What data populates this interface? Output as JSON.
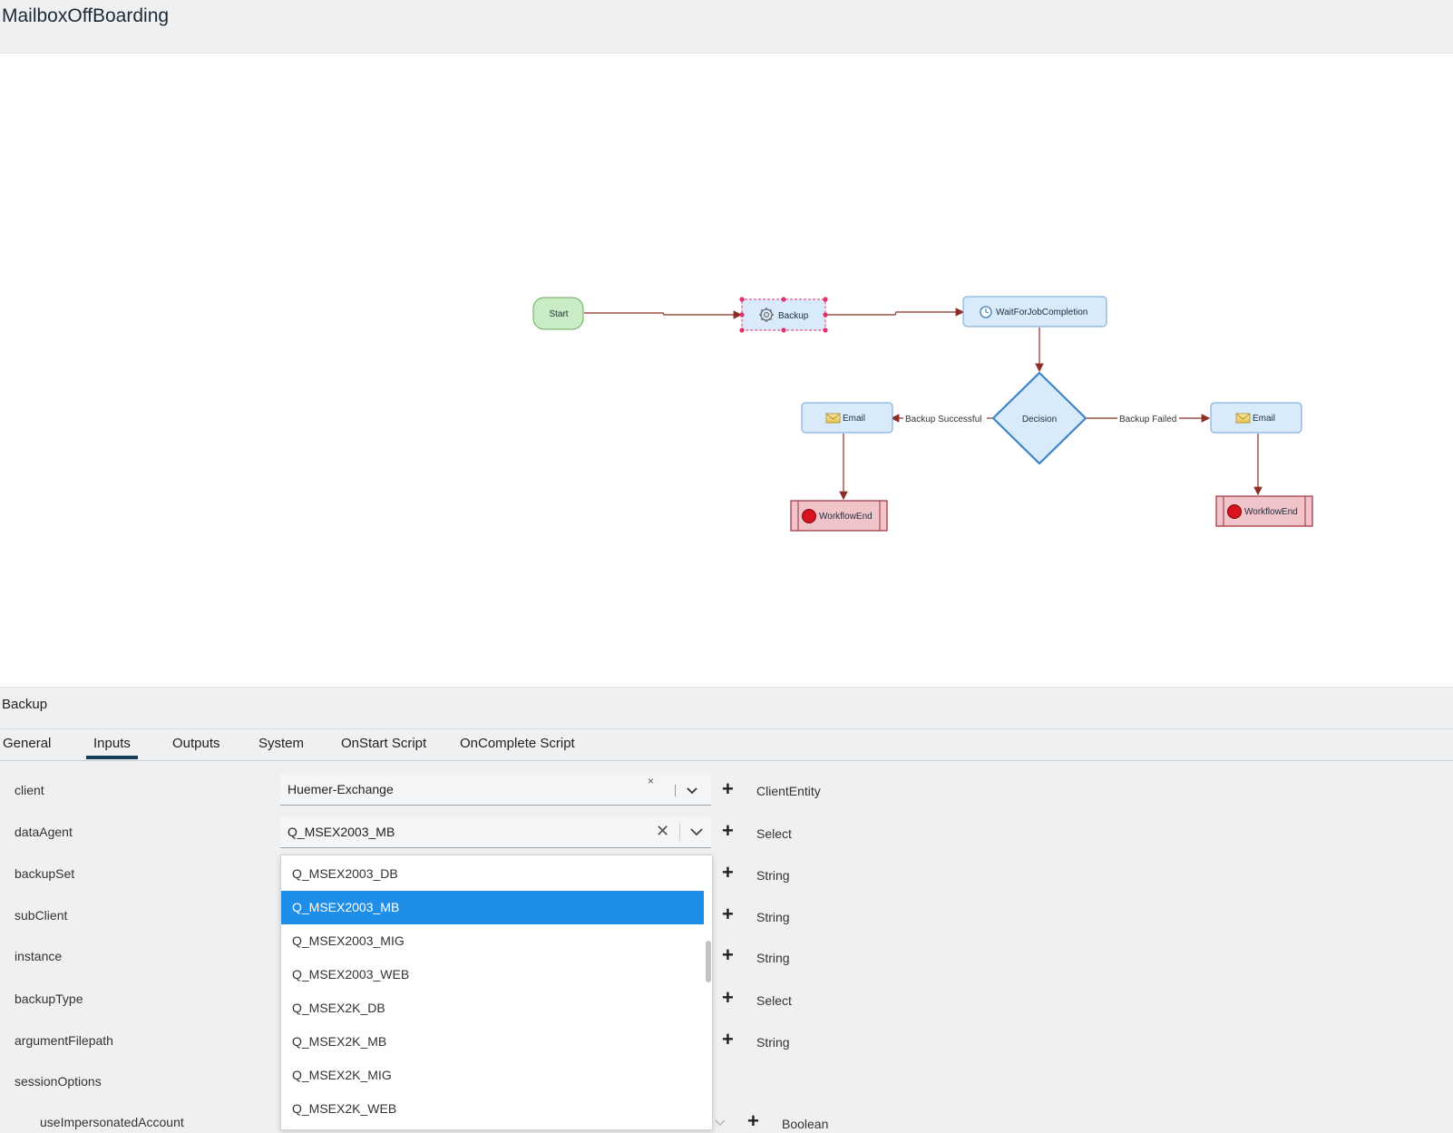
{
  "window": {
    "title": "MailboxOffBoarding"
  },
  "workflow": {
    "nodes": {
      "start": "Start",
      "backup": "Backup",
      "wait": "WaitForJobCompletion",
      "decision": "Decision",
      "email_left": "Email",
      "email_right": "Email",
      "end_left": "WorkflowEnd",
      "end_right": "WorkflowEnd"
    },
    "edges": {
      "success": "Backup Successful",
      "failed": "Backup Failed"
    },
    "colors": {
      "edge": "#8b2e24",
      "start_fill": "#c9ebc5",
      "activity_fill": "#d9ebfb",
      "end_fill": "#f0c4c9",
      "selection": "#e0306e"
    }
  },
  "panel": {
    "title": "Backup",
    "tabs": [
      "General",
      "Inputs",
      "Outputs",
      "System",
      "OnStart Script",
      "OnComplete Script"
    ],
    "active_tab": "Inputs"
  },
  "inputs": [
    {
      "label": "client",
      "value": "Huemer-Exchange",
      "type": "ClientEntity"
    },
    {
      "label": "dataAgent",
      "value": "Q_MSEX2003_MB",
      "type": "Select"
    },
    {
      "label": "backupSet",
      "type": "String"
    },
    {
      "label": "subClient",
      "type": "String"
    },
    {
      "label": "instance",
      "type": "String"
    },
    {
      "label": "backupType",
      "type": "Select"
    },
    {
      "label": "argumentFilepath",
      "type": "String"
    },
    {
      "label": "sessionOptions"
    },
    {
      "label": "useImpersonatedAccount",
      "type": "Boolean"
    }
  ],
  "dropdown": {
    "options": [
      "Q_MSEX2003_DB",
      "Q_MSEX2003_MB",
      "Q_MSEX2003_MIG",
      "Q_MSEX2003_WEB",
      "Q_MSEX2K_DB",
      "Q_MSEX2K_MB",
      "Q_MSEX2K_MIG",
      "Q_MSEX2K_WEB"
    ],
    "selected": "Q_MSEX2003_MB"
  }
}
